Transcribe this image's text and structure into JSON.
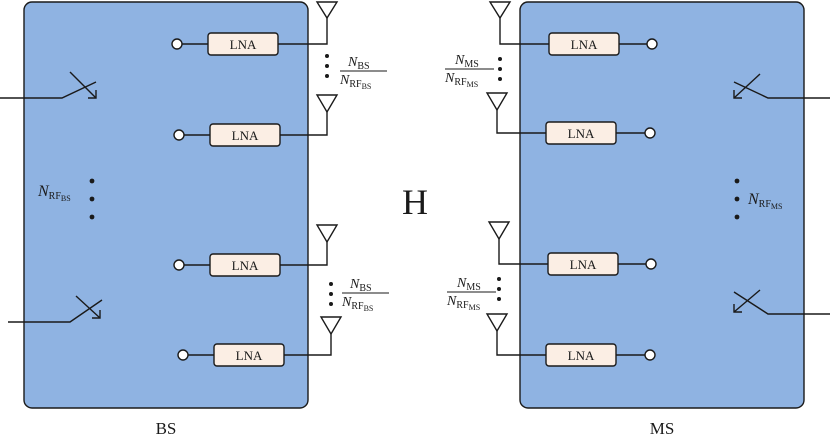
{
  "channel": "H",
  "base_station": {
    "label": "BS",
    "rf_chain_label": {
      "main": "N",
      "sub": "RF",
      "subsub": "BS"
    },
    "lna_blocks": [
      "LNA",
      "LNA",
      "LNA",
      "LNA"
    ],
    "antenna_group_fraction": {
      "numerator": {
        "main": "N",
        "sub": "BS"
      },
      "denominator": {
        "main": "N",
        "sub": "RF",
        "subsub": "BS"
      }
    }
  },
  "mobile_station": {
    "label": "MS",
    "rf_chain_label": {
      "main": "N",
      "sub": "RF",
      "subsub": "MS"
    },
    "lna_blocks": [
      "LNA",
      "LNA",
      "LNA",
      "LNA"
    ],
    "antenna_group_fraction": {
      "numerator": {
        "main": "N",
        "sub": "MS"
      },
      "denominator": {
        "main": "N",
        "sub": "RF",
        "subsub": "MS"
      }
    }
  },
  "colors": {
    "panel_fill": "#8fb3e2",
    "lna_fill": "#fbeee4",
    "stroke": "#1a1a1a"
  }
}
